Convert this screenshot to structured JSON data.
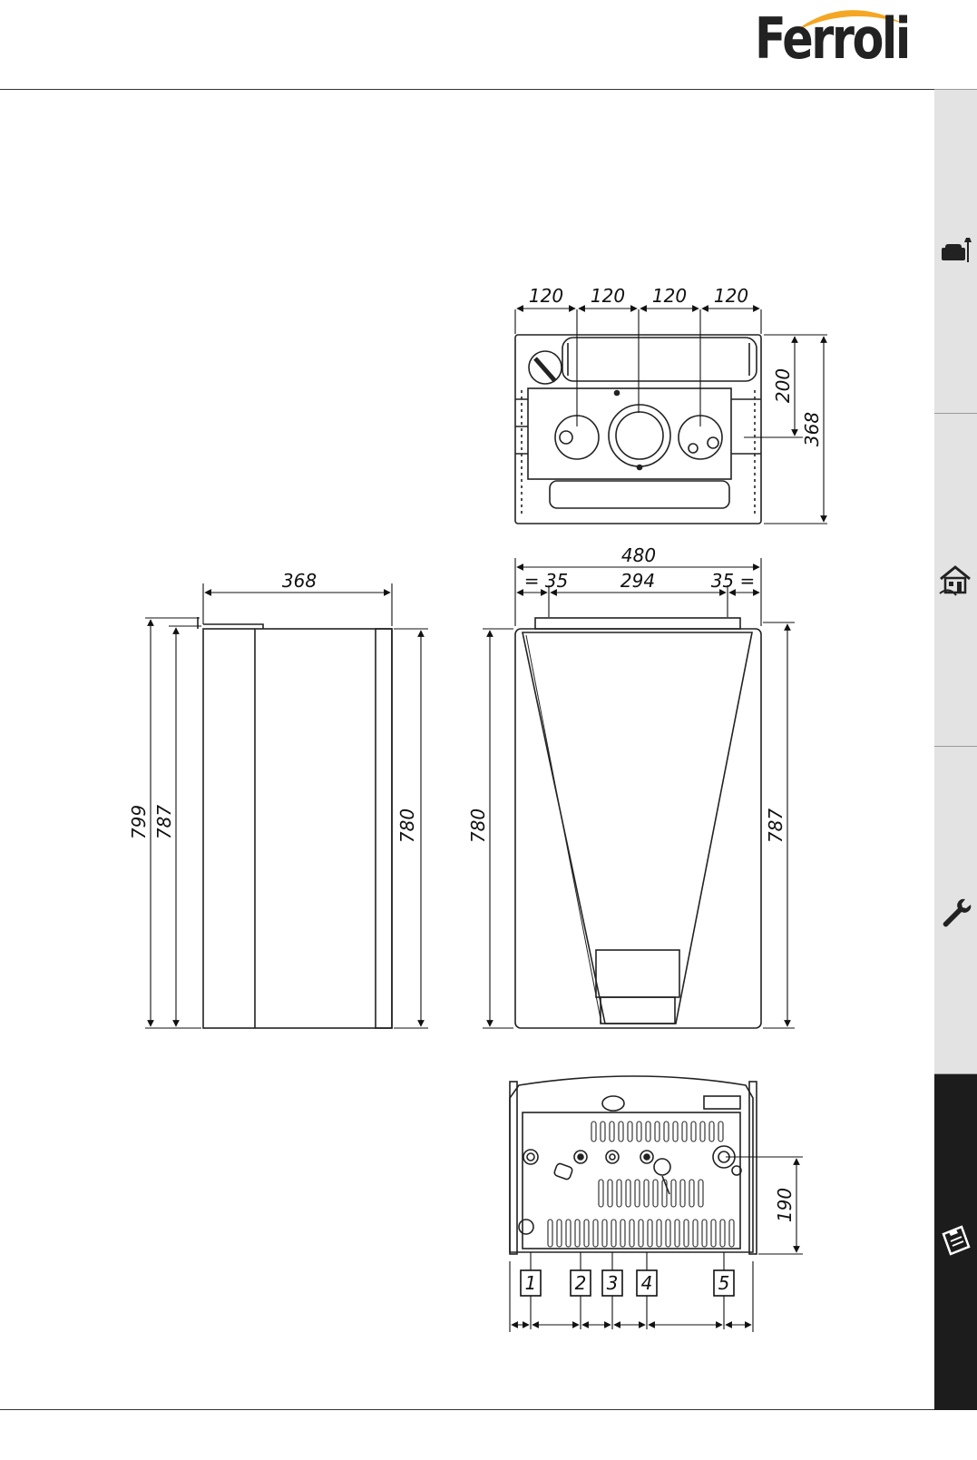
{
  "brand": {
    "logo_text": "Ferroli",
    "accent_color": "#f5a623"
  },
  "sidebar": {
    "tabs": [
      {
        "icon": "armchair-icon",
        "active": false
      },
      {
        "icon": "house-icon",
        "active": false
      },
      {
        "icon": "wrench-icon",
        "active": false
      },
      {
        "icon": "clipboard-icon",
        "active": true
      }
    ]
  },
  "top_view": {
    "spacing": [
      "120",
      "120",
      "120",
      "120"
    ],
    "depth_partial": "200",
    "depth_total": "368"
  },
  "side_view": {
    "depth": "368",
    "height_overall": "799",
    "height_with_bracket": "787",
    "height_body": "780"
  },
  "front_view": {
    "width": "480",
    "offset_left": "= 35",
    "bracket_span": "294",
    "offset_right": "35 =",
    "height_left": "780",
    "height_right": "787"
  },
  "bottom_view": {
    "connection_height": "190",
    "connections": [
      "1",
      "2",
      "3",
      "4",
      "5"
    ]
  }
}
